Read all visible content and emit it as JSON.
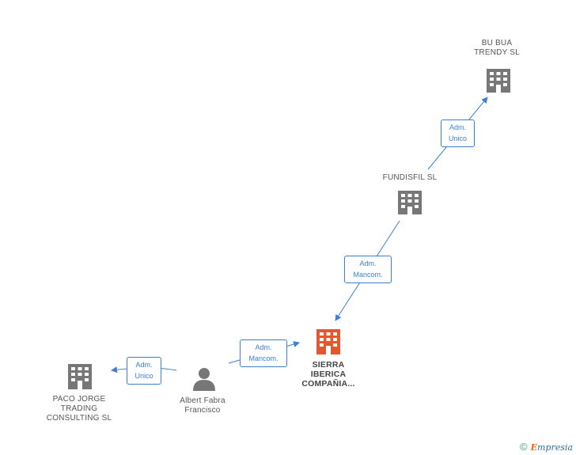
{
  "nodes": {
    "bu_bua": {
      "label": "BU BUA\nTRENDY  SL",
      "color": "#777777"
    },
    "fundisfil": {
      "label": "FUNDISFIL  SL",
      "color": "#777777"
    },
    "sierra": {
      "label": "SIERRA\nIBERICA\nCOMPAÑIA...",
      "color": "#e8562e"
    },
    "paco_jorge": {
      "label": "PACO JORGE\nTRADING\nCONSULTING  SL",
      "color": "#777777"
    },
    "albert": {
      "label": "Albert Fabra\nFrancisco",
      "color": "#777777"
    }
  },
  "edges": {
    "fundisfil_to_bu_bua": {
      "label": "Adm.\nUnico"
    },
    "fundisfil_to_sierra": {
      "label": "Adm.\nMancom."
    },
    "albert_to_sierra": {
      "label": "Adm.\nMancom."
    },
    "albert_to_paco": {
      "label": "Adm.\nUnico"
    }
  },
  "edge_color": "#3b7fd6",
  "footer": {
    "copyright": "©",
    "brand_initial": "E",
    "brand_rest": "mpresia"
  }
}
